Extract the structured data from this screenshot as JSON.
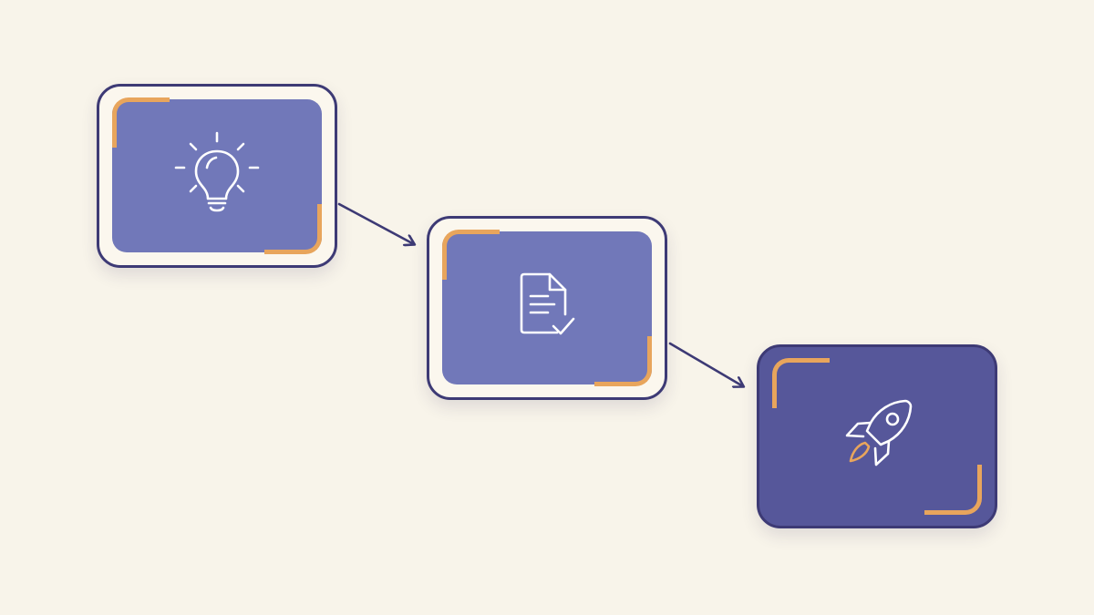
{
  "colors": {
    "background": "#f8f4ea",
    "outline": "#3d3a75",
    "card_fill": "#7178b9",
    "card_fill_dark": "#56579a",
    "accent": "#e8a55c",
    "icon_stroke": "#ffffff"
  },
  "flow": {
    "steps": [
      {
        "icon": "lightbulb-icon",
        "style": "outlined"
      },
      {
        "icon": "document-check-icon",
        "style": "outlined"
      },
      {
        "icon": "rocket-icon",
        "style": "filled"
      }
    ],
    "connectors": [
      {
        "from": 0,
        "to": 1
      },
      {
        "from": 1,
        "to": 2
      }
    ]
  }
}
